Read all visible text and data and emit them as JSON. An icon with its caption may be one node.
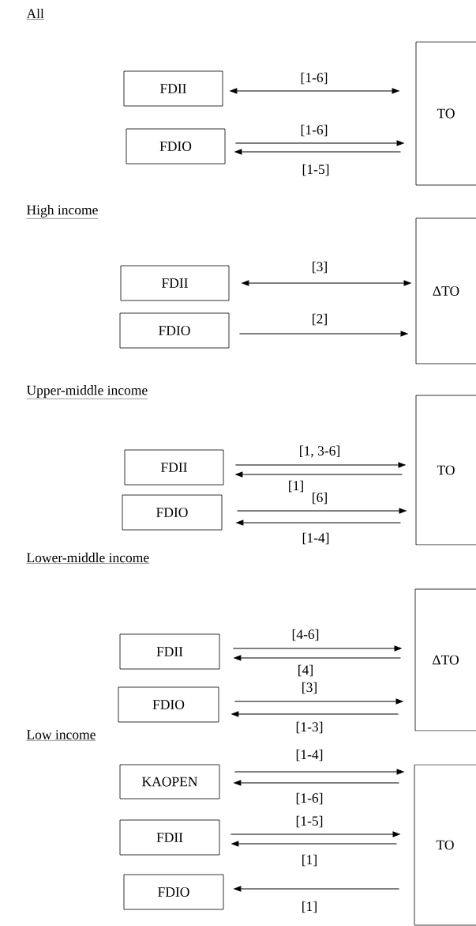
{
  "diagram": {
    "nodes": [
      {
        "text": [
          "FDII"
        ]
      },
      {
        "text": [
          "FDIO"
        ]
      },
      {
        "text": [
          "TO"
        ]
      },
      {
        "text": [
          "FDII"
        ]
      },
      {
        "text": [
          "FDIO"
        ]
      },
      {
        "text": [
          "ΔTO"
        ]
      },
      {
        "text": [
          "FDII"
        ]
      },
      {
        "text": [
          "FDIO"
        ]
      },
      {
        "text": [
          "TO"
        ]
      },
      {
        "text": [
          "FDII"
        ]
      },
      {
        "text": [
          "FDIO"
        ]
      },
      {
        "text": [
          "ΔTO"
        ]
      },
      {
        "text": [
          "KAOPEN"
        ]
      },
      {
        "text": [
          "FDII"
        ]
      },
      {
        "text": [
          "FDIO"
        ]
      },
      {
        "text": [
          "TO"
        ]
      }
    ],
    "edges": [
      {
        "from": 0,
        "to": 2,
        "arrow": "both",
        "label": "[1-6]"
      },
      {
        "from": 1,
        "to": 2,
        "arrow": "to",
        "label": "[1-6]"
      },
      {
        "from": 2,
        "to": 1,
        "arrow": "to",
        "label": "[1-5]"
      },
      {
        "from": 3,
        "to": 5,
        "arrow": "both",
        "label": "[3]"
      },
      {
        "from": 4,
        "to": 5,
        "arrow": "to",
        "label": "[2]"
      },
      {
        "from": 6,
        "to": 8,
        "arrow": "to",
        "label": "[1, 3-6]"
      },
      {
        "from": 8,
        "to": 6,
        "arrow": "to",
        "label": "[1]"
      },
      {
        "from": 7,
        "to": 8,
        "arrow": "to",
        "label": "[6]"
      },
      {
        "from": 8,
        "to": 7,
        "arrow": "to",
        "label": "[1-4]"
      },
      {
        "from": 9,
        "to": 11,
        "arrow": "to",
        "label": "[4-6]"
      },
      {
        "from": 11,
        "to": 9,
        "arrow": "to",
        "label": "[4]"
      },
      {
        "from": 10,
        "to": 11,
        "arrow": "to",
        "label": "[3]"
      },
      {
        "from": 11,
        "to": 10,
        "arrow": "to",
        "label": "[1-3]"
      },
      {
        "from": 12,
        "to": 15,
        "arrow": "to",
        "label": "[1-4]"
      },
      {
        "from": 15,
        "to": 12,
        "arrow": "to",
        "label": "[1-6]"
      },
      {
        "from": 13,
        "to": 15,
        "arrow": "to",
        "label": "[1-5]"
      },
      {
        "from": 15,
        "to": 13,
        "arrow": "to",
        "label": "[1]"
      },
      {
        "from": 15,
        "to": 14,
        "arrow": "to",
        "label": "[1]"
      }
    ],
    "labels": [
      "All",
      "High income",
      "Upper-middle income",
      "Lower-middle income",
      "Low income"
    ]
  }
}
